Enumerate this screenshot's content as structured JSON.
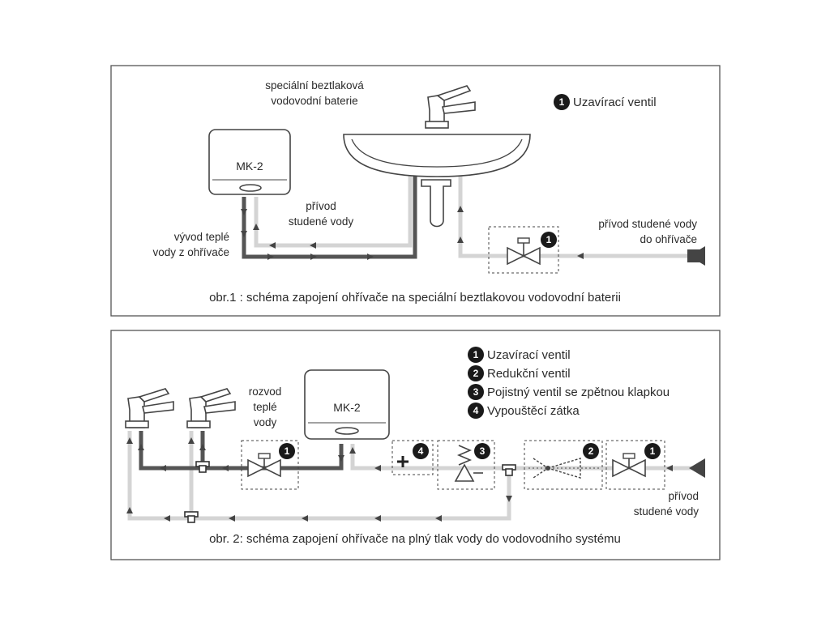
{
  "panel1": {
    "faucet_label_line1": "speciální beztlaková",
    "faucet_label_line2": "vodovodní baterie",
    "heater_label": "MK-2",
    "cold_supply_label_line1": "přívod",
    "cold_supply_label_line2": "studené vody",
    "hot_outlet_label_line1": "vývod teplé",
    "hot_outlet_label_line2": "vody z ohřívače",
    "inlet_label_line1": "přívod studené vody",
    "inlet_label_line2": "do ohřívače",
    "legend": [
      {
        "num": "1",
        "text": "Uzavírací ventil"
      }
    ],
    "valve_num": "1",
    "caption": "obr.1 : schéma zapojení ohřívače na speciální beztlakovou vodovodní baterii"
  },
  "panel2": {
    "hot_dist_label_line1": "rozvod",
    "hot_dist_label_line2": "teplé",
    "hot_dist_label_line3": "vody",
    "heater_label": "MK-2",
    "inlet_label_line1": "přívod",
    "inlet_label_line2": "studené vody",
    "legend": [
      {
        "num": "1",
        "text": "Uzavírací ventil"
      },
      {
        "num": "2",
        "text": "Redukční ventil"
      },
      {
        "num": "3",
        "text": "Pojistný ventil se zpětnou klapkou"
      },
      {
        "num": "4",
        "text": "Vypouštěcí zátka"
      }
    ],
    "hot_valve_num": "1",
    "drain_num": "4",
    "safety_num": "3",
    "reducer_num": "2",
    "main_valve_num": "1",
    "caption": "obr. 2: schéma zapojení ohřívače na plný tlak vody do vodovodního systému"
  },
  "colors": {
    "hot_pipe": "#555555",
    "cold_pipe": "#d4d4d4",
    "outline": "#444444"
  }
}
